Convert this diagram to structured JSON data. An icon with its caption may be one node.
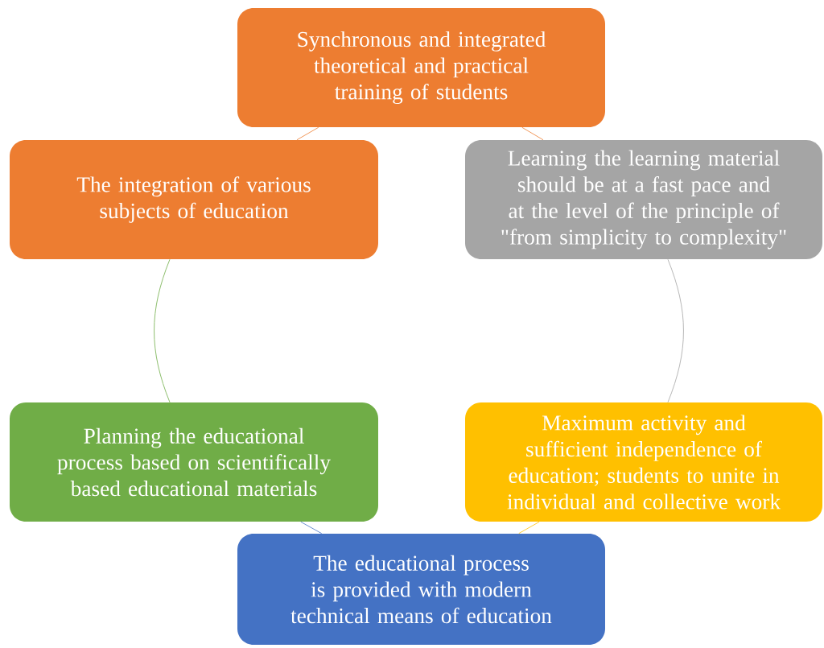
{
  "diagram": {
    "nodes": [
      {
        "text": [
          "Synchronous and integrated theoretical and practical training of students"
        ]
      },
      {
        "text": [
          "The integration of various subjects of education"
        ]
      },
      {
        "text": [
          "Learning the learning material should be at a fast pace and at the level of the principle of \"from simplicity to complexity\""
        ]
      },
      {
        "text": [
          "Planning the educational process based on scientifically based educational materials"
        ]
      },
      {
        "text": [
          "Maximum activity and sufficient independence of education; students to unite in individual and collective work"
        ]
      },
      {
        "text": [
          "The educational process is provided with modern technical means of education"
        ]
      }
    ],
    "edges": [
      {
        "from": 0,
        "to": 2,
        "arrow": "none",
        "color": "#ed7d31"
      },
      {
        "from": 2,
        "to": 4,
        "arrow": "none",
        "color": "#a5a5a5"
      },
      {
        "from": 4,
        "to": 5,
        "arrow": "none",
        "color": "#ffc000"
      },
      {
        "from": 5,
        "to": 3,
        "arrow": "none",
        "color": "#4472c4"
      },
      {
        "from": 3,
        "to": 1,
        "arrow": "none",
        "color": "#70ad47"
      },
      {
        "from": 1,
        "to": 0,
        "arrow": "none",
        "color": "#ed7d31"
      }
    ]
  }
}
